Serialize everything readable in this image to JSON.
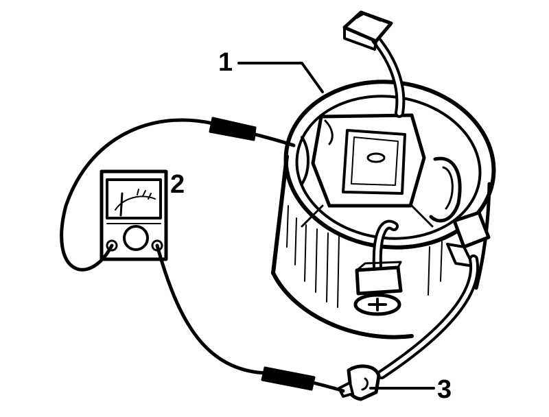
{
  "callouts": {
    "stator": "1",
    "meter": "2",
    "terminal": "3"
  },
  "colors": {
    "ink": "#000000",
    "paper": "#ffffff"
  }
}
